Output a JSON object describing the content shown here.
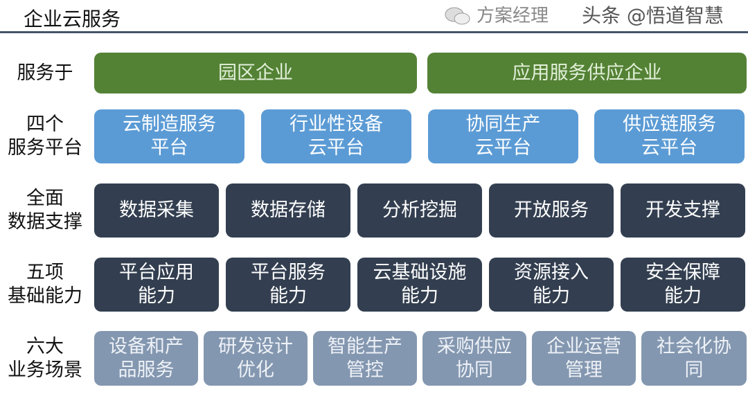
{
  "title": "企业云服务",
  "rows": [
    {
      "label": [
        "服务于"
      ],
      "items": [
        [
          "园区企业"
        ],
        [
          "应用服务供应企业"
        ]
      ]
    },
    {
      "label": [
        "四个",
        "服务平台"
      ],
      "items": [
        [
          "云制造服务",
          "平台"
        ],
        [
          "行业性设备",
          "云平台"
        ],
        [
          "协同生产",
          "云平台"
        ],
        [
          "供应链服务",
          "云平台"
        ]
      ]
    },
    {
      "label": [
        "全面",
        "数据支撑"
      ],
      "items": [
        [
          "数据采集"
        ],
        [
          "数据存储"
        ],
        [
          "分析挖掘"
        ],
        [
          "开放服务"
        ],
        [
          "开发支撑"
        ]
      ]
    },
    {
      "label": [
        "五项",
        "基础能力"
      ],
      "items": [
        [
          "平台应用",
          "能力"
        ],
        [
          "平台服务",
          "能力"
        ],
        [
          "云基础设施",
          "能力"
        ],
        [
          "资源接入",
          "能力"
        ],
        [
          "安全保障",
          "能力"
        ]
      ]
    },
    {
      "label": [
        "六大",
        "业务场景"
      ],
      "items": [
        [
          "设备和产",
          "品服务"
        ],
        [
          "研发设计",
          "优化"
        ],
        [
          "智能生产",
          "管控"
        ],
        [
          "采购供应",
          "协同"
        ],
        [
          "企业运营",
          "管理"
        ],
        [
          "社会化协",
          "同"
        ]
      ]
    }
  ],
  "watermark": {
    "faint": "方案经理",
    "main": "头条 @悟道智慧"
  },
  "colors": {
    "green": "#548235",
    "blue": "#5b9bd5",
    "dark": "#333f50",
    "grey": "#8497b0"
  }
}
